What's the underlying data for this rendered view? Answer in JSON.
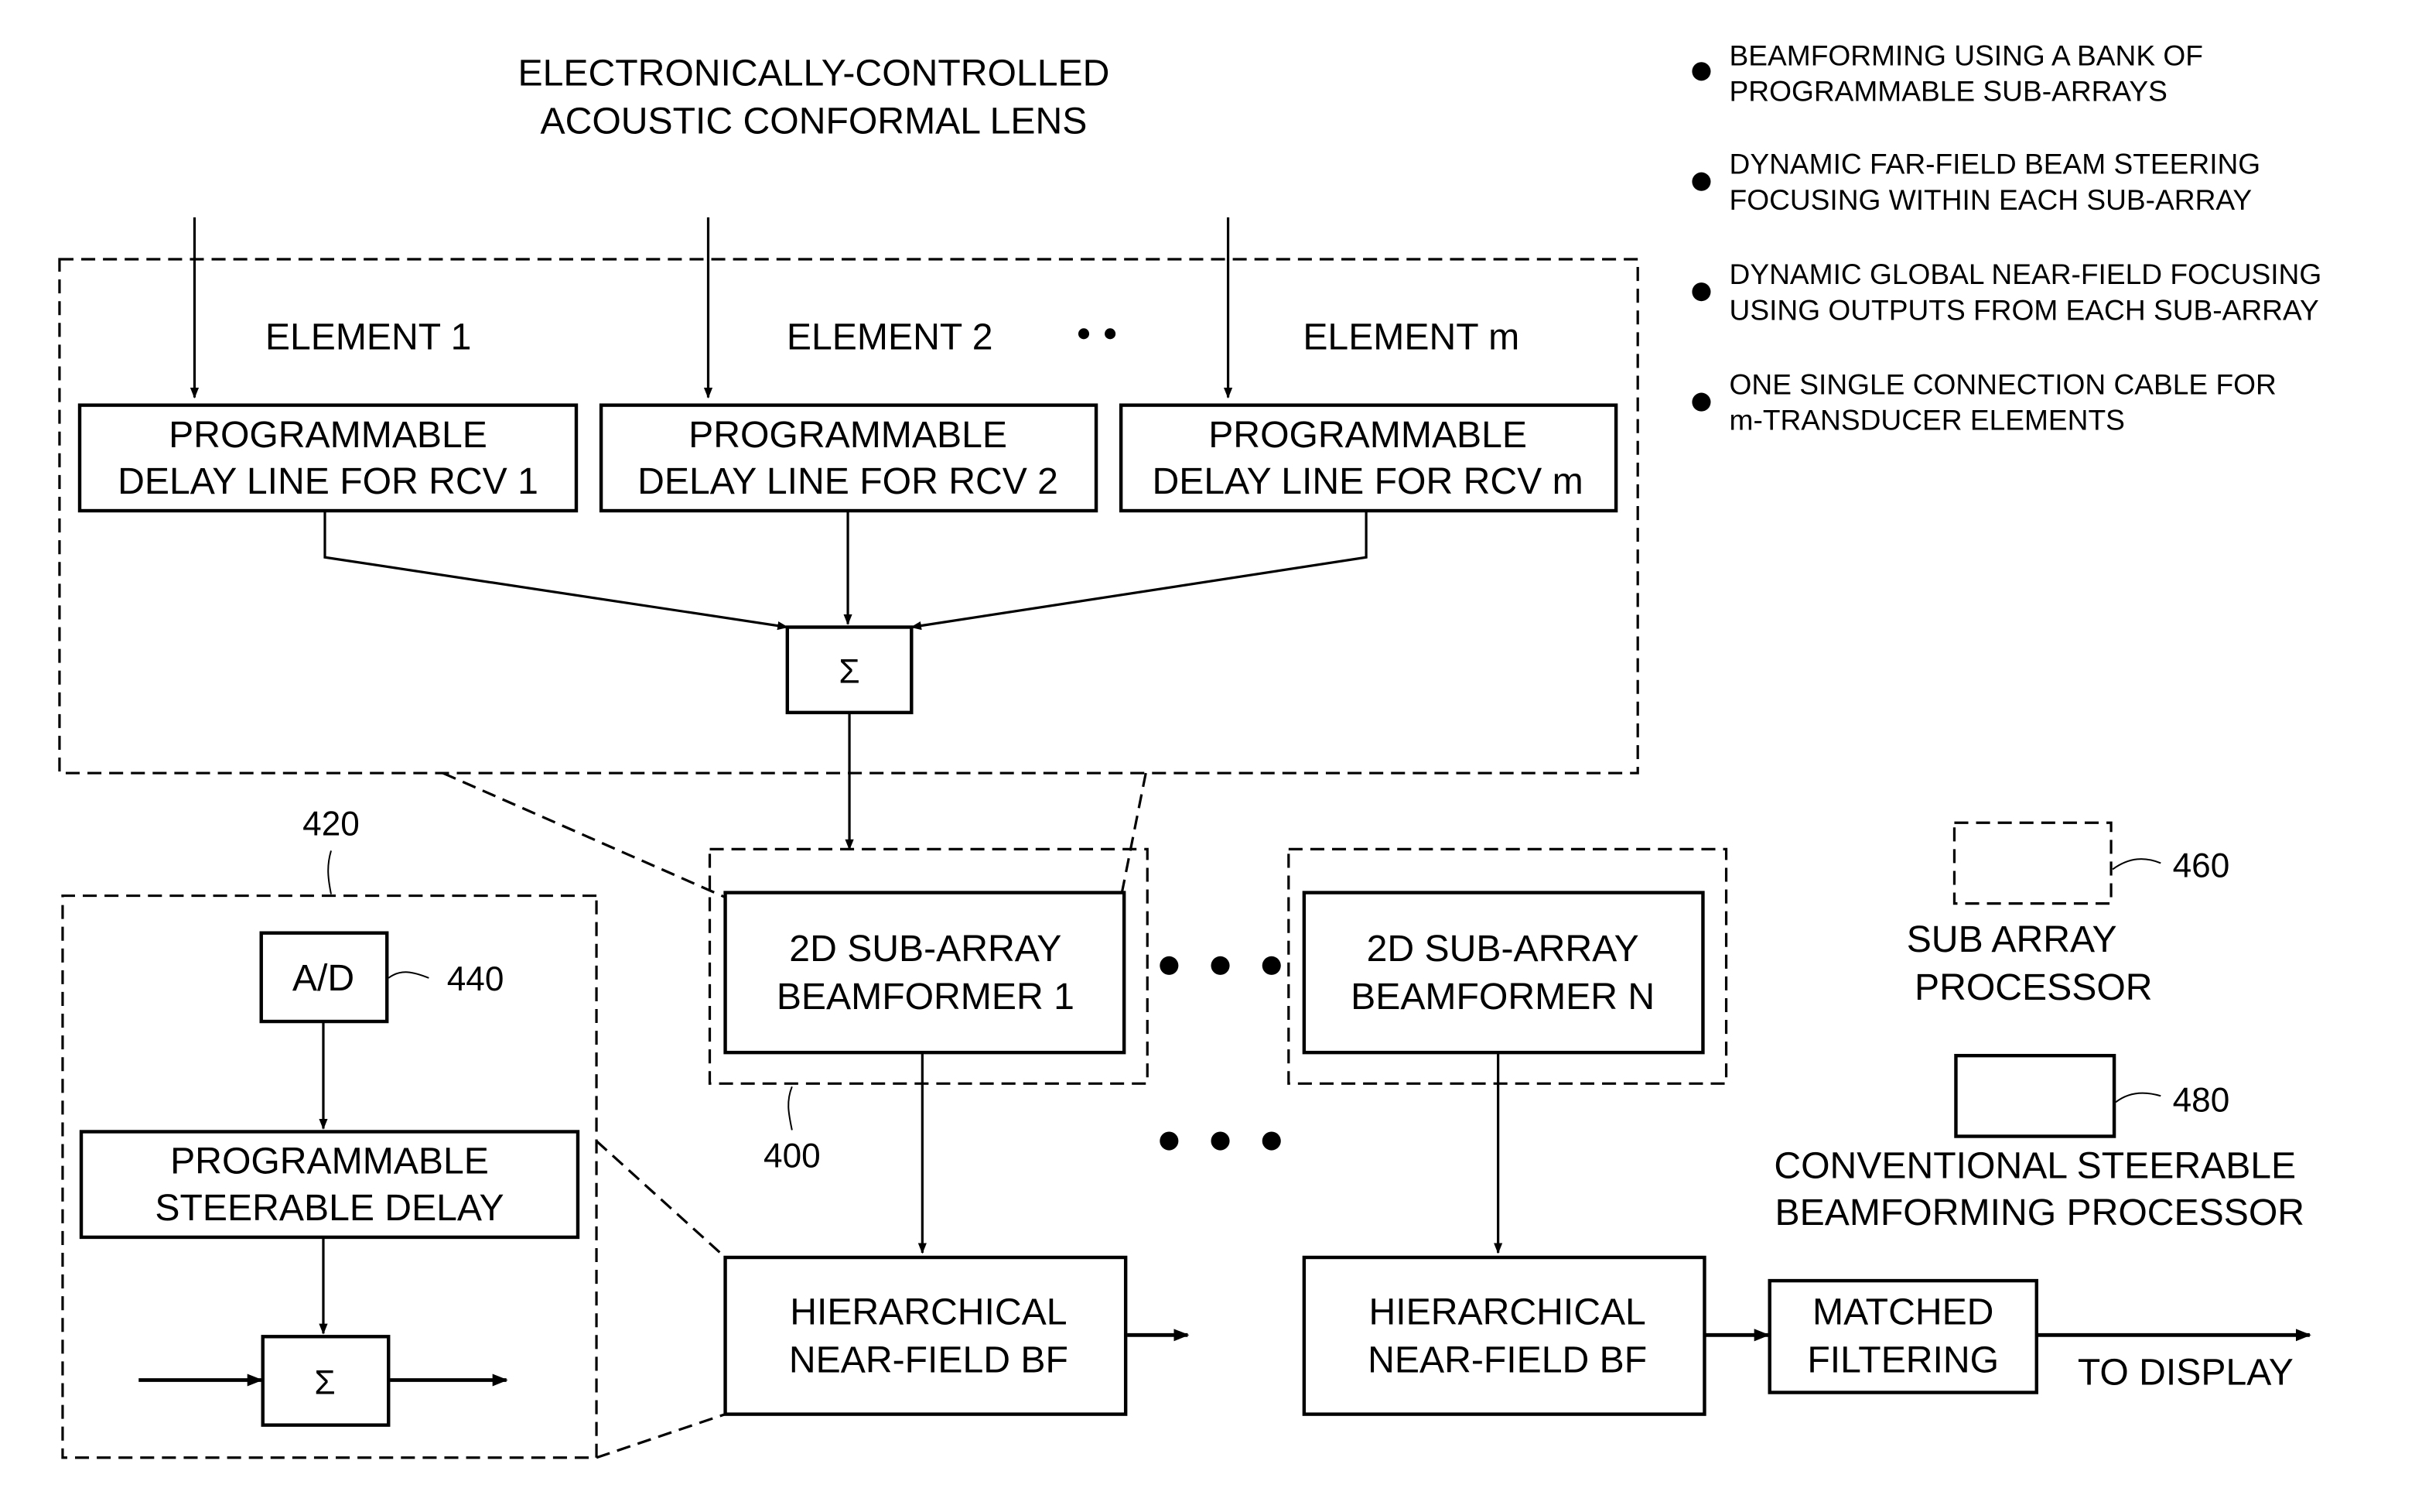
{
  "figure": {
    "title_lines": [
      "ELECTRONICALLY-CONTROLLED",
      "ACOUSTIC CONFORMAL LENS"
    ],
    "features": [
      {
        "lines": [
          "BEAMFORMING USING A BANK OF",
          "PROGRAMMABLE SUB-ARRAYS"
        ]
      },
      {
        "lines": [
          "DYNAMIC FAR-FIELD BEAM STEERING",
          "FOCUSING WITHIN EACH SUB-ARRAY"
        ]
      },
      {
        "lines": [
          "DYNAMIC GLOBAL NEAR-FIELD FOCUSING",
          "USING OUTPUTS FROM EACH SUB-ARRAY"
        ]
      },
      {
        "lines": [
          "ONE SINGLE CONNECTION CABLE FOR",
          "m-TRANSDUCER ELEMENTS"
        ]
      }
    ],
    "elements": [
      {
        "label": "ELEMENT 1",
        "box_lines": [
          "PROGRAMMABLE",
          "DELAY LINE FOR RCV 1"
        ]
      },
      {
        "label": "ELEMENT 2",
        "box_lines": [
          "PROGRAMMABLE",
          "DELAY LINE FOR RCV 2"
        ]
      },
      {
        "label": "ELEMENT m",
        "box_lines": [
          "PROGRAMMABLE",
          "DELAY LINE FOR RCV m"
        ]
      }
    ],
    "sum_symbol": "Σ",
    "subarray_beamformers": [
      {
        "lines": [
          "2D SUB-ARRAY",
          "BEAMFORMER 1"
        ]
      },
      {
        "lines": [
          "2D SUB-ARRAY",
          "BEAMFORMER N"
        ]
      }
    ],
    "hierarchical_bf": [
      {
        "lines": [
          "HIERARCHICAL",
          "NEAR-FIELD BF"
        ]
      },
      {
        "lines": [
          "HIERARCHICAL",
          "NEAR-FIELD BF"
        ]
      }
    ],
    "matched_filtering": {
      "lines": [
        "MATCHED",
        "FILTERING"
      ]
    },
    "output_label": "TO DISPLAY",
    "detail_420": {
      "ref": "420",
      "ad_label": "A/D",
      "ad_ref": "440",
      "delay_lines": [
        "PROGRAMMABLE",
        "STEERABLE DELAY"
      ],
      "sum_symbol": "Σ"
    },
    "ref_400": "400",
    "legend": {
      "sub_array": {
        "ref": "460",
        "lines": [
          "SUB ARRAY",
          "PROCESSOR"
        ]
      },
      "conventional": {
        "ref": "480",
        "lines": [
          "CONVENTIONAL STEERABLE",
          "BEAMFORMING PROCESSOR"
        ]
      }
    }
  }
}
